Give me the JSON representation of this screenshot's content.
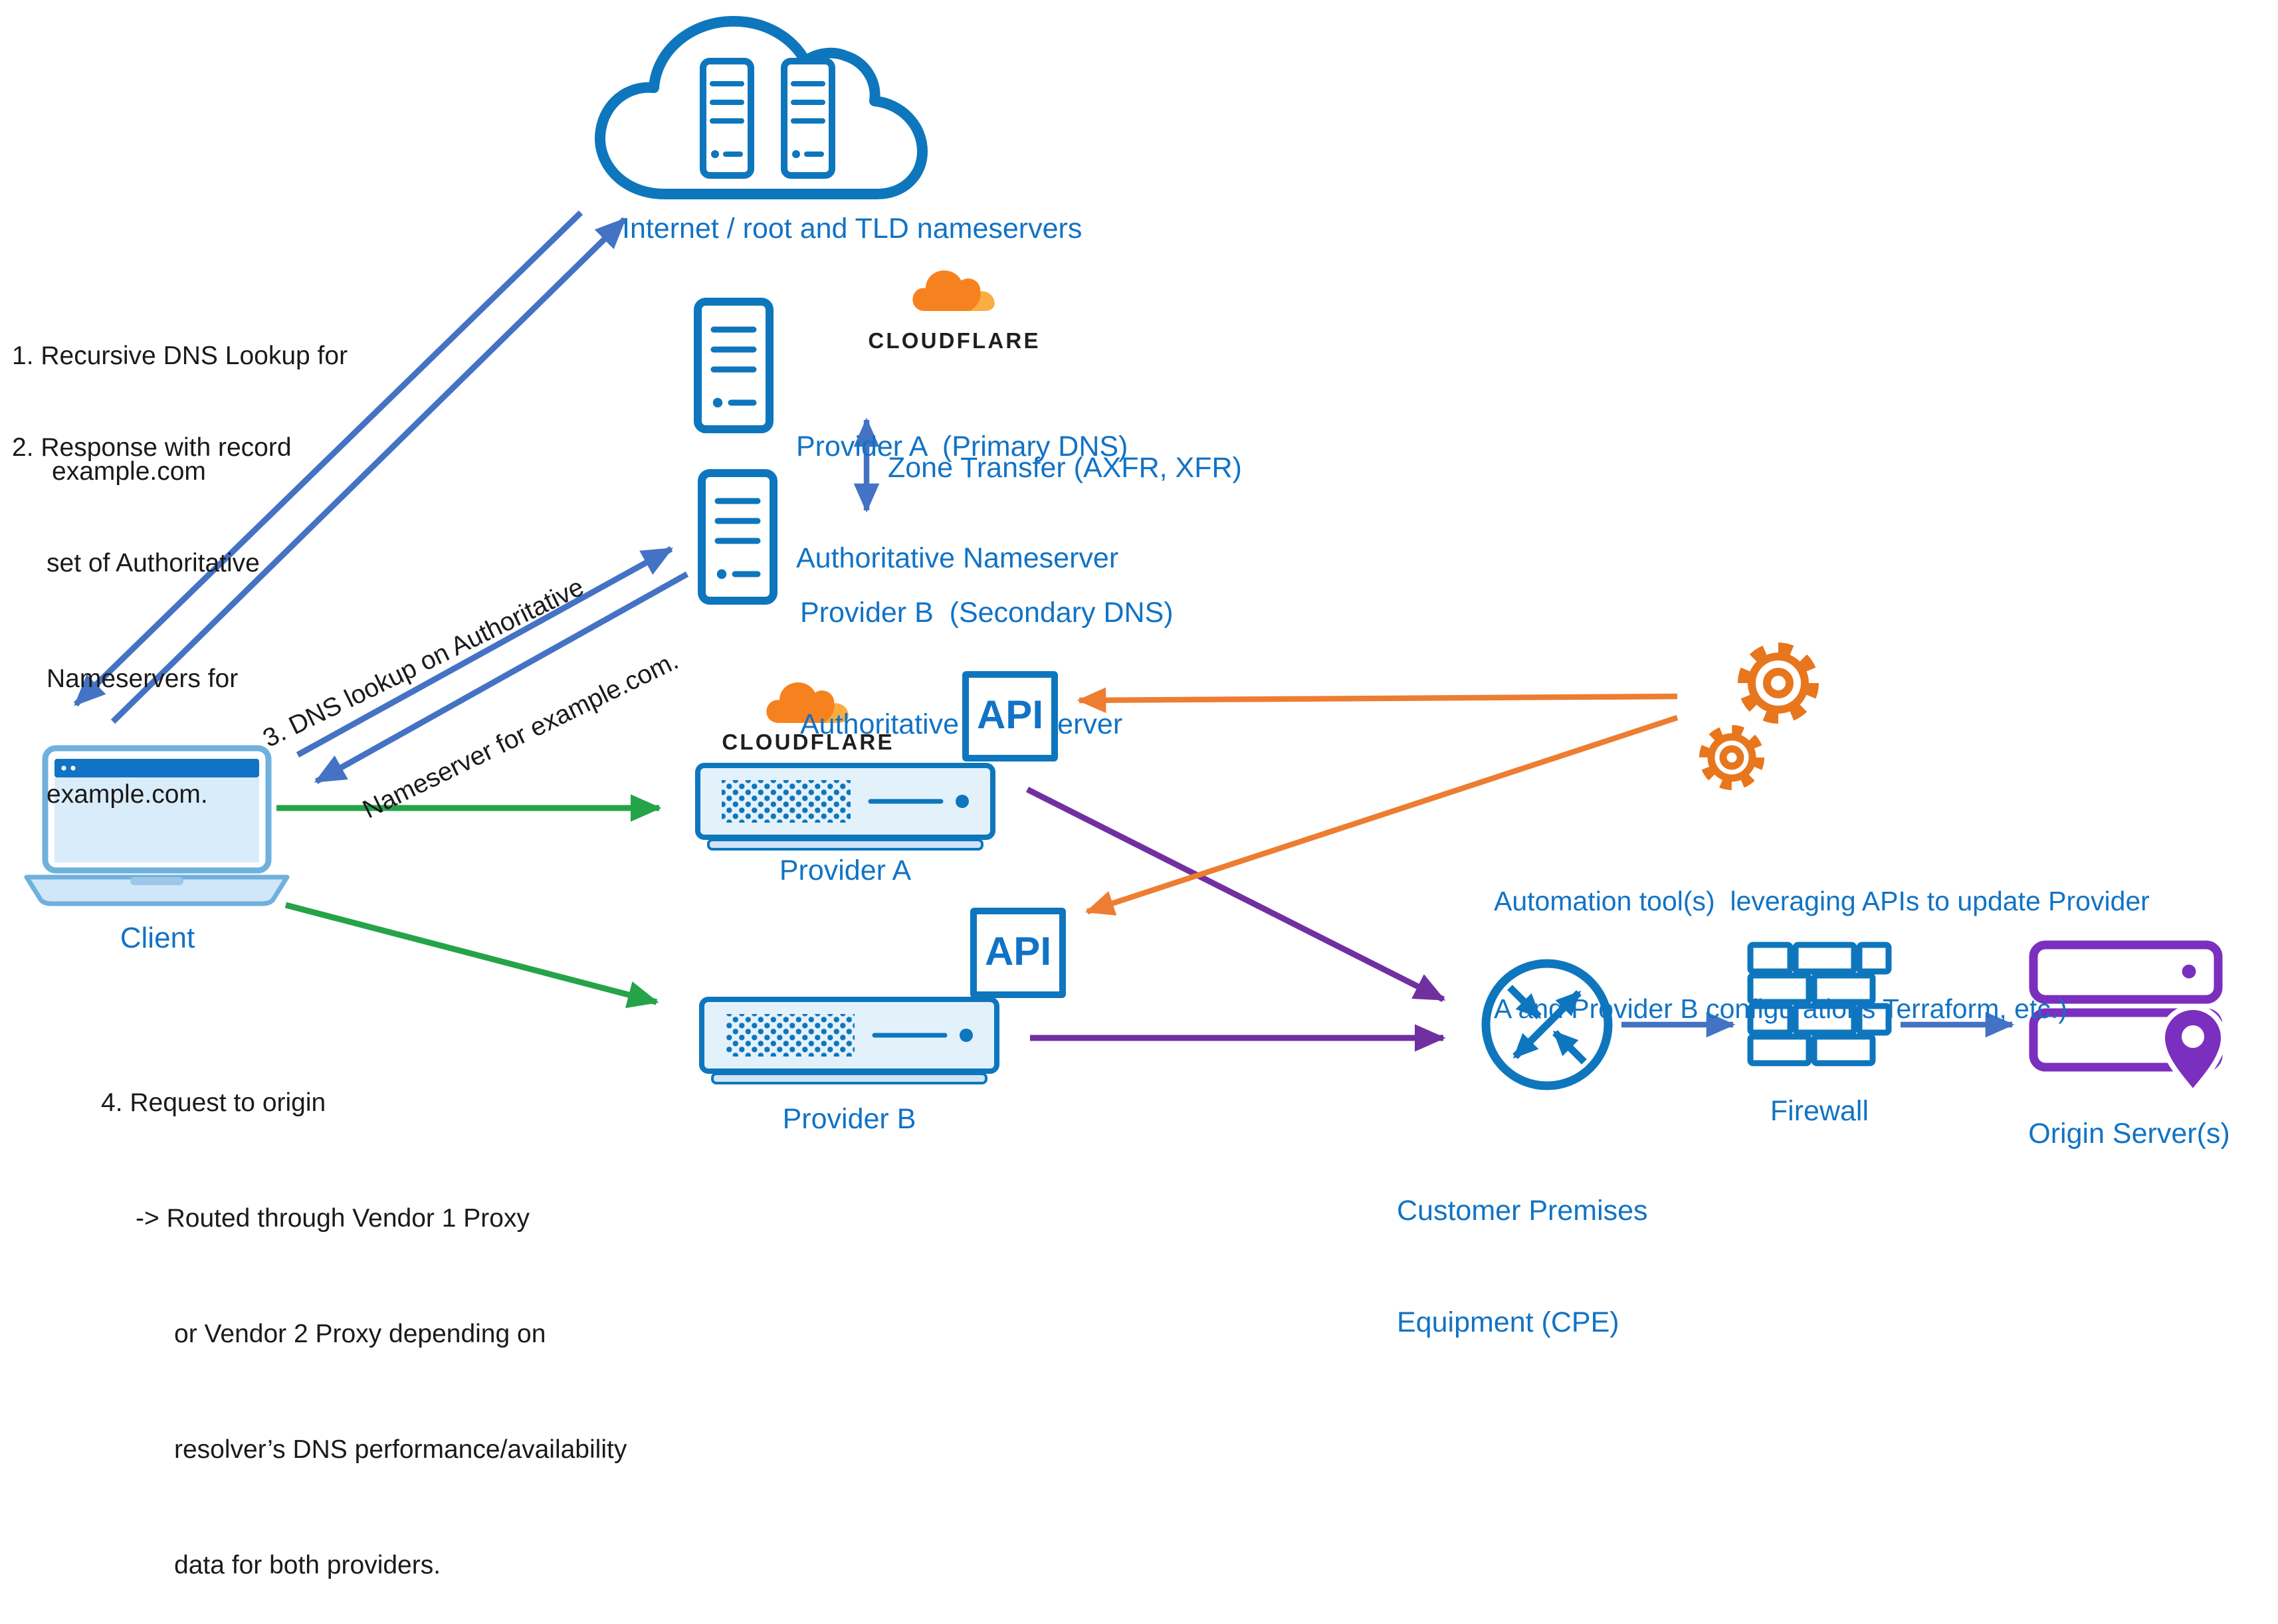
{
  "colors": {
    "icon_blue": "#0E76BD",
    "label_blue": "#1173C5",
    "arrow_blue": "#4472C4",
    "arrow_green": "#25A349",
    "arrow_purple": "#7030A0",
    "arrow_orange": "#ED7D31",
    "cloudflare_orange": "#F6821F",
    "cloudflare_light_orange": "#FBAD41",
    "gear_orange": "#E8761D",
    "origin_purple": "#7B2FBE"
  },
  "nodes": {
    "internet": {
      "label": "Internet / root and TLD nameservers"
    },
    "cloudflare_wordmark": "CLOUDFLARE",
    "provider_a_ns": {
      "line1": "Provider A  (Primary DNS)",
      "line2": "Authoritative Nameserver"
    },
    "provider_b_ns": {
      "line1": "Provider B  (Secondary DNS)",
      "line2": "Authoritative Nameserver"
    },
    "client": {
      "label": "Client"
    },
    "provider_a_proxy": {
      "label": "Provider A",
      "api_label": "API"
    },
    "provider_b_proxy": {
      "label": "Provider B",
      "api_label": "API"
    },
    "automation": {
      "line1": "Automation tool(s)  leveraging APIs to update Provider",
      "line2": "A and Provider B configurations Terraform, etc.)"
    },
    "cpe": {
      "line1": "Customer Premises",
      "line2": "Equipment (CPE)"
    },
    "firewall": {
      "label": "Firewall"
    },
    "origin": {
      "label": "Origin Server(s)"
    }
  },
  "edges": {
    "zone_transfer": {
      "label": "Zone Transfer (AXFR, XFR)"
    }
  },
  "annotations": {
    "step1": {
      "line1": "1. Recursive DNS Lookup for",
      "line2": "example.com"
    },
    "step2": {
      "line1": "2. Response with record",
      "line2": "set of Authoritative",
      "line3": "Nameservers for",
      "line4": "example.com."
    },
    "step3": {
      "line1": "3. DNS lookup on Authoritative",
      "line2": "Nameserver for example.com."
    },
    "step4": {
      "line1": "4. Request to origin",
      "line2": "-> Routed through Vendor 1 Proxy",
      "line3": "or Vendor 2 Proxy depending on",
      "line4": "resolver’s DNS performance/availability",
      "line5": "data for both providers."
    }
  }
}
